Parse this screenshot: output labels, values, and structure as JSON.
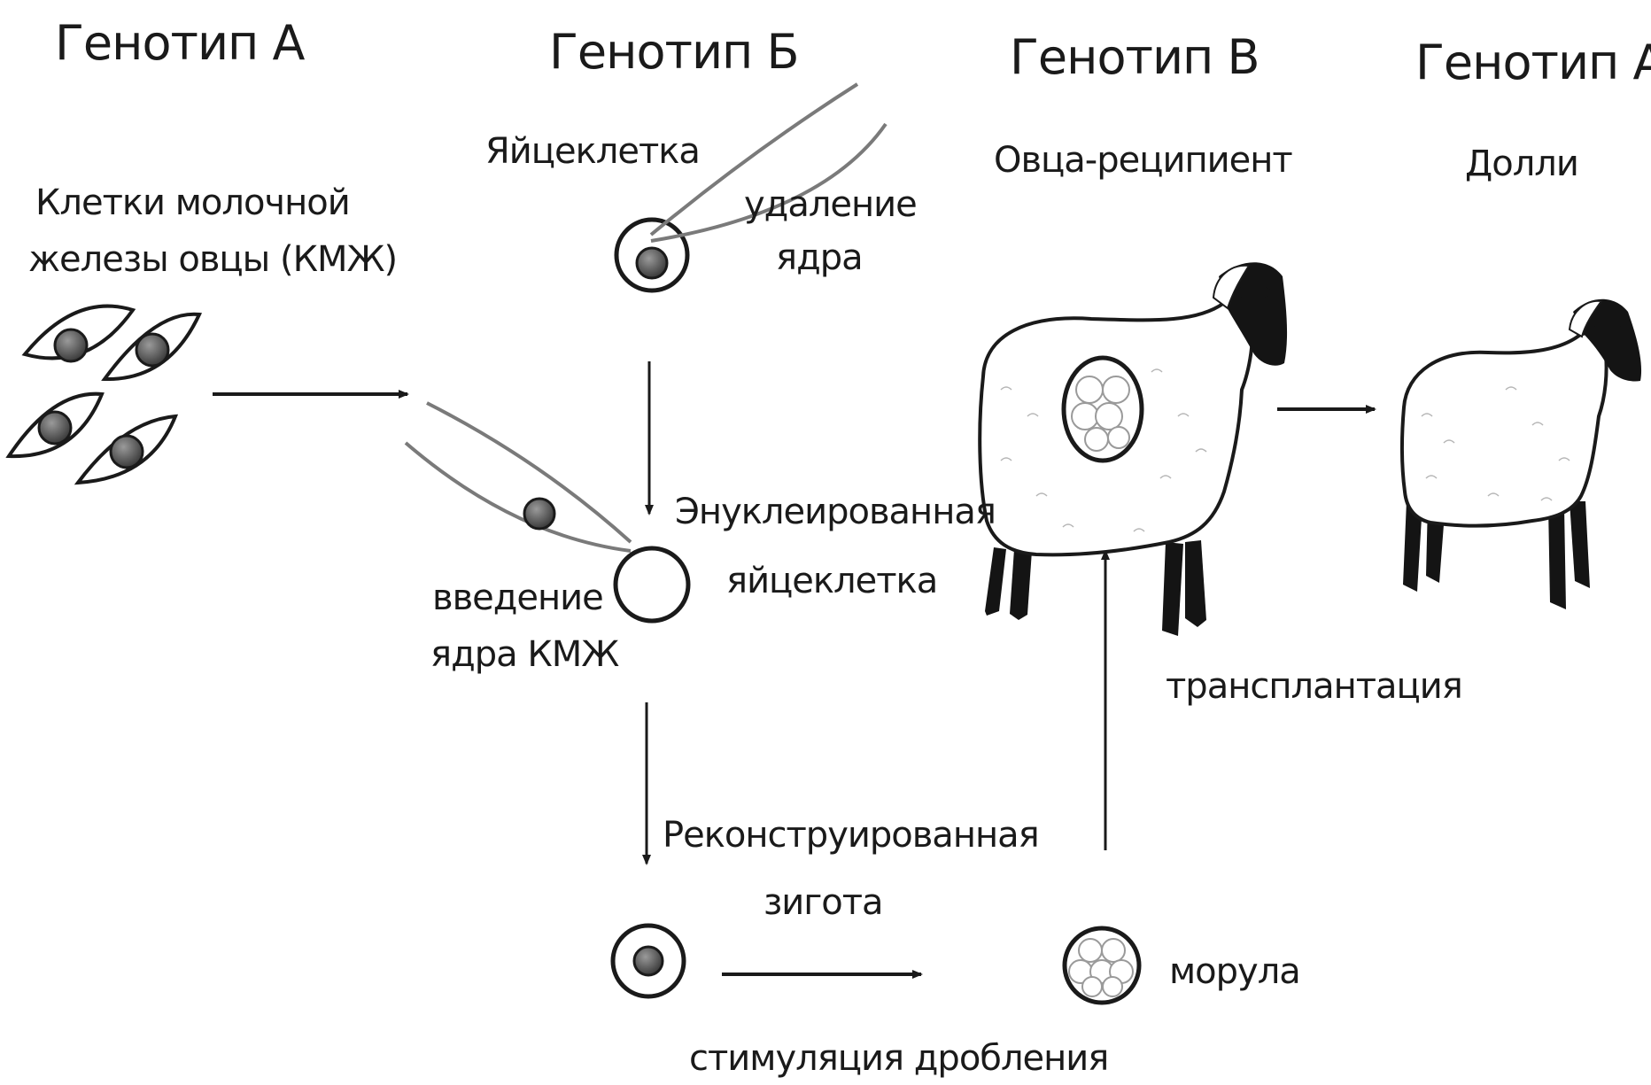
{
  "genotypes": {
    "g1": "Генотип А",
    "g2": "Генотип Б",
    "g3": "Генотип В",
    "g4": "Генотип А"
  },
  "labels": {
    "mammary_cells_line1": "Клетки молочной",
    "mammary_cells_line2": "железы овцы (КМЖ)",
    "egg": "Яйцеклетка",
    "removal_line1": "удаление",
    "removal_line2": "ядра",
    "insertion_line1": "введение",
    "insertion_line2": "ядра КМЖ",
    "enucleated_line1": "Энуклеированная",
    "enucleated_line2": "яйцеклетка",
    "zygote_line1": "Реконструированная",
    "zygote_line2": "зигота",
    "stimulation": "стимуляция дробления",
    "morula": "морула",
    "transplantation": "трансплантация",
    "recipient": "Овца-реципиент",
    "dolly": "Долли"
  },
  "colors": {
    "ink": "#1a1a1a",
    "nucleus": "#5a5a5a",
    "pipette": "#7a7a7a"
  }
}
